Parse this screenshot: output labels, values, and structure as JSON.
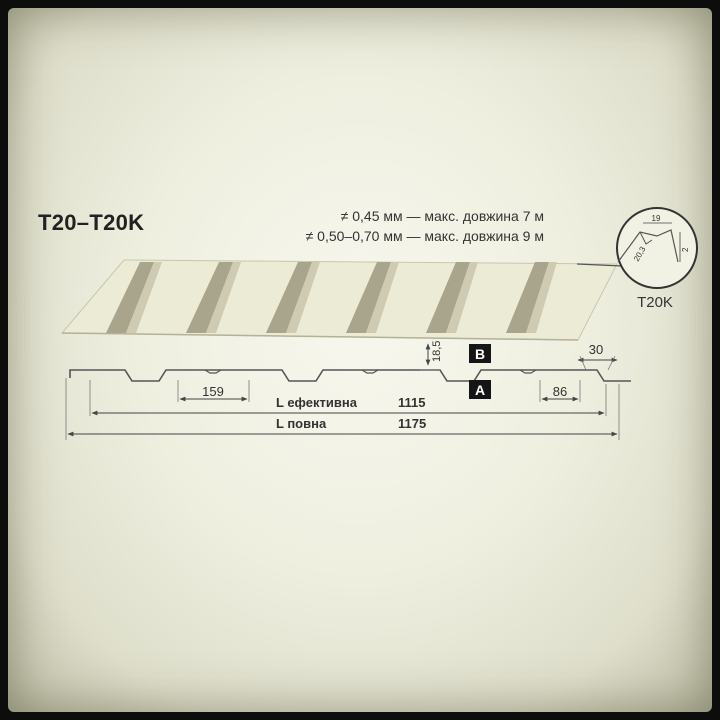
{
  "diagram": {
    "title": "T20–T20K",
    "spec_line_1": "≠ 0,45 мм — макс. довжина 7 м",
    "spec_line_2": "≠ 0,50–0,70 мм — макс. довжина 9 м",
    "detail": {
      "label": "T20K",
      "dim_top": "19",
      "dim_diag": "20,3",
      "dim_side": "2"
    },
    "dimensions": {
      "height": "18,5",
      "top_width": "30",
      "rib_spacing": "159",
      "bottom_width": "86",
      "l_effective_label": "L ефективна",
      "l_effective_value": "1115",
      "l_full_label": "L повна",
      "l_full_value": "1175"
    },
    "side_labels": {
      "b": "B",
      "a": "A"
    },
    "colors": {
      "sheet_light": "#efefd8",
      "sheet_dark": "#a9a48c",
      "line": "#555555"
    }
  }
}
